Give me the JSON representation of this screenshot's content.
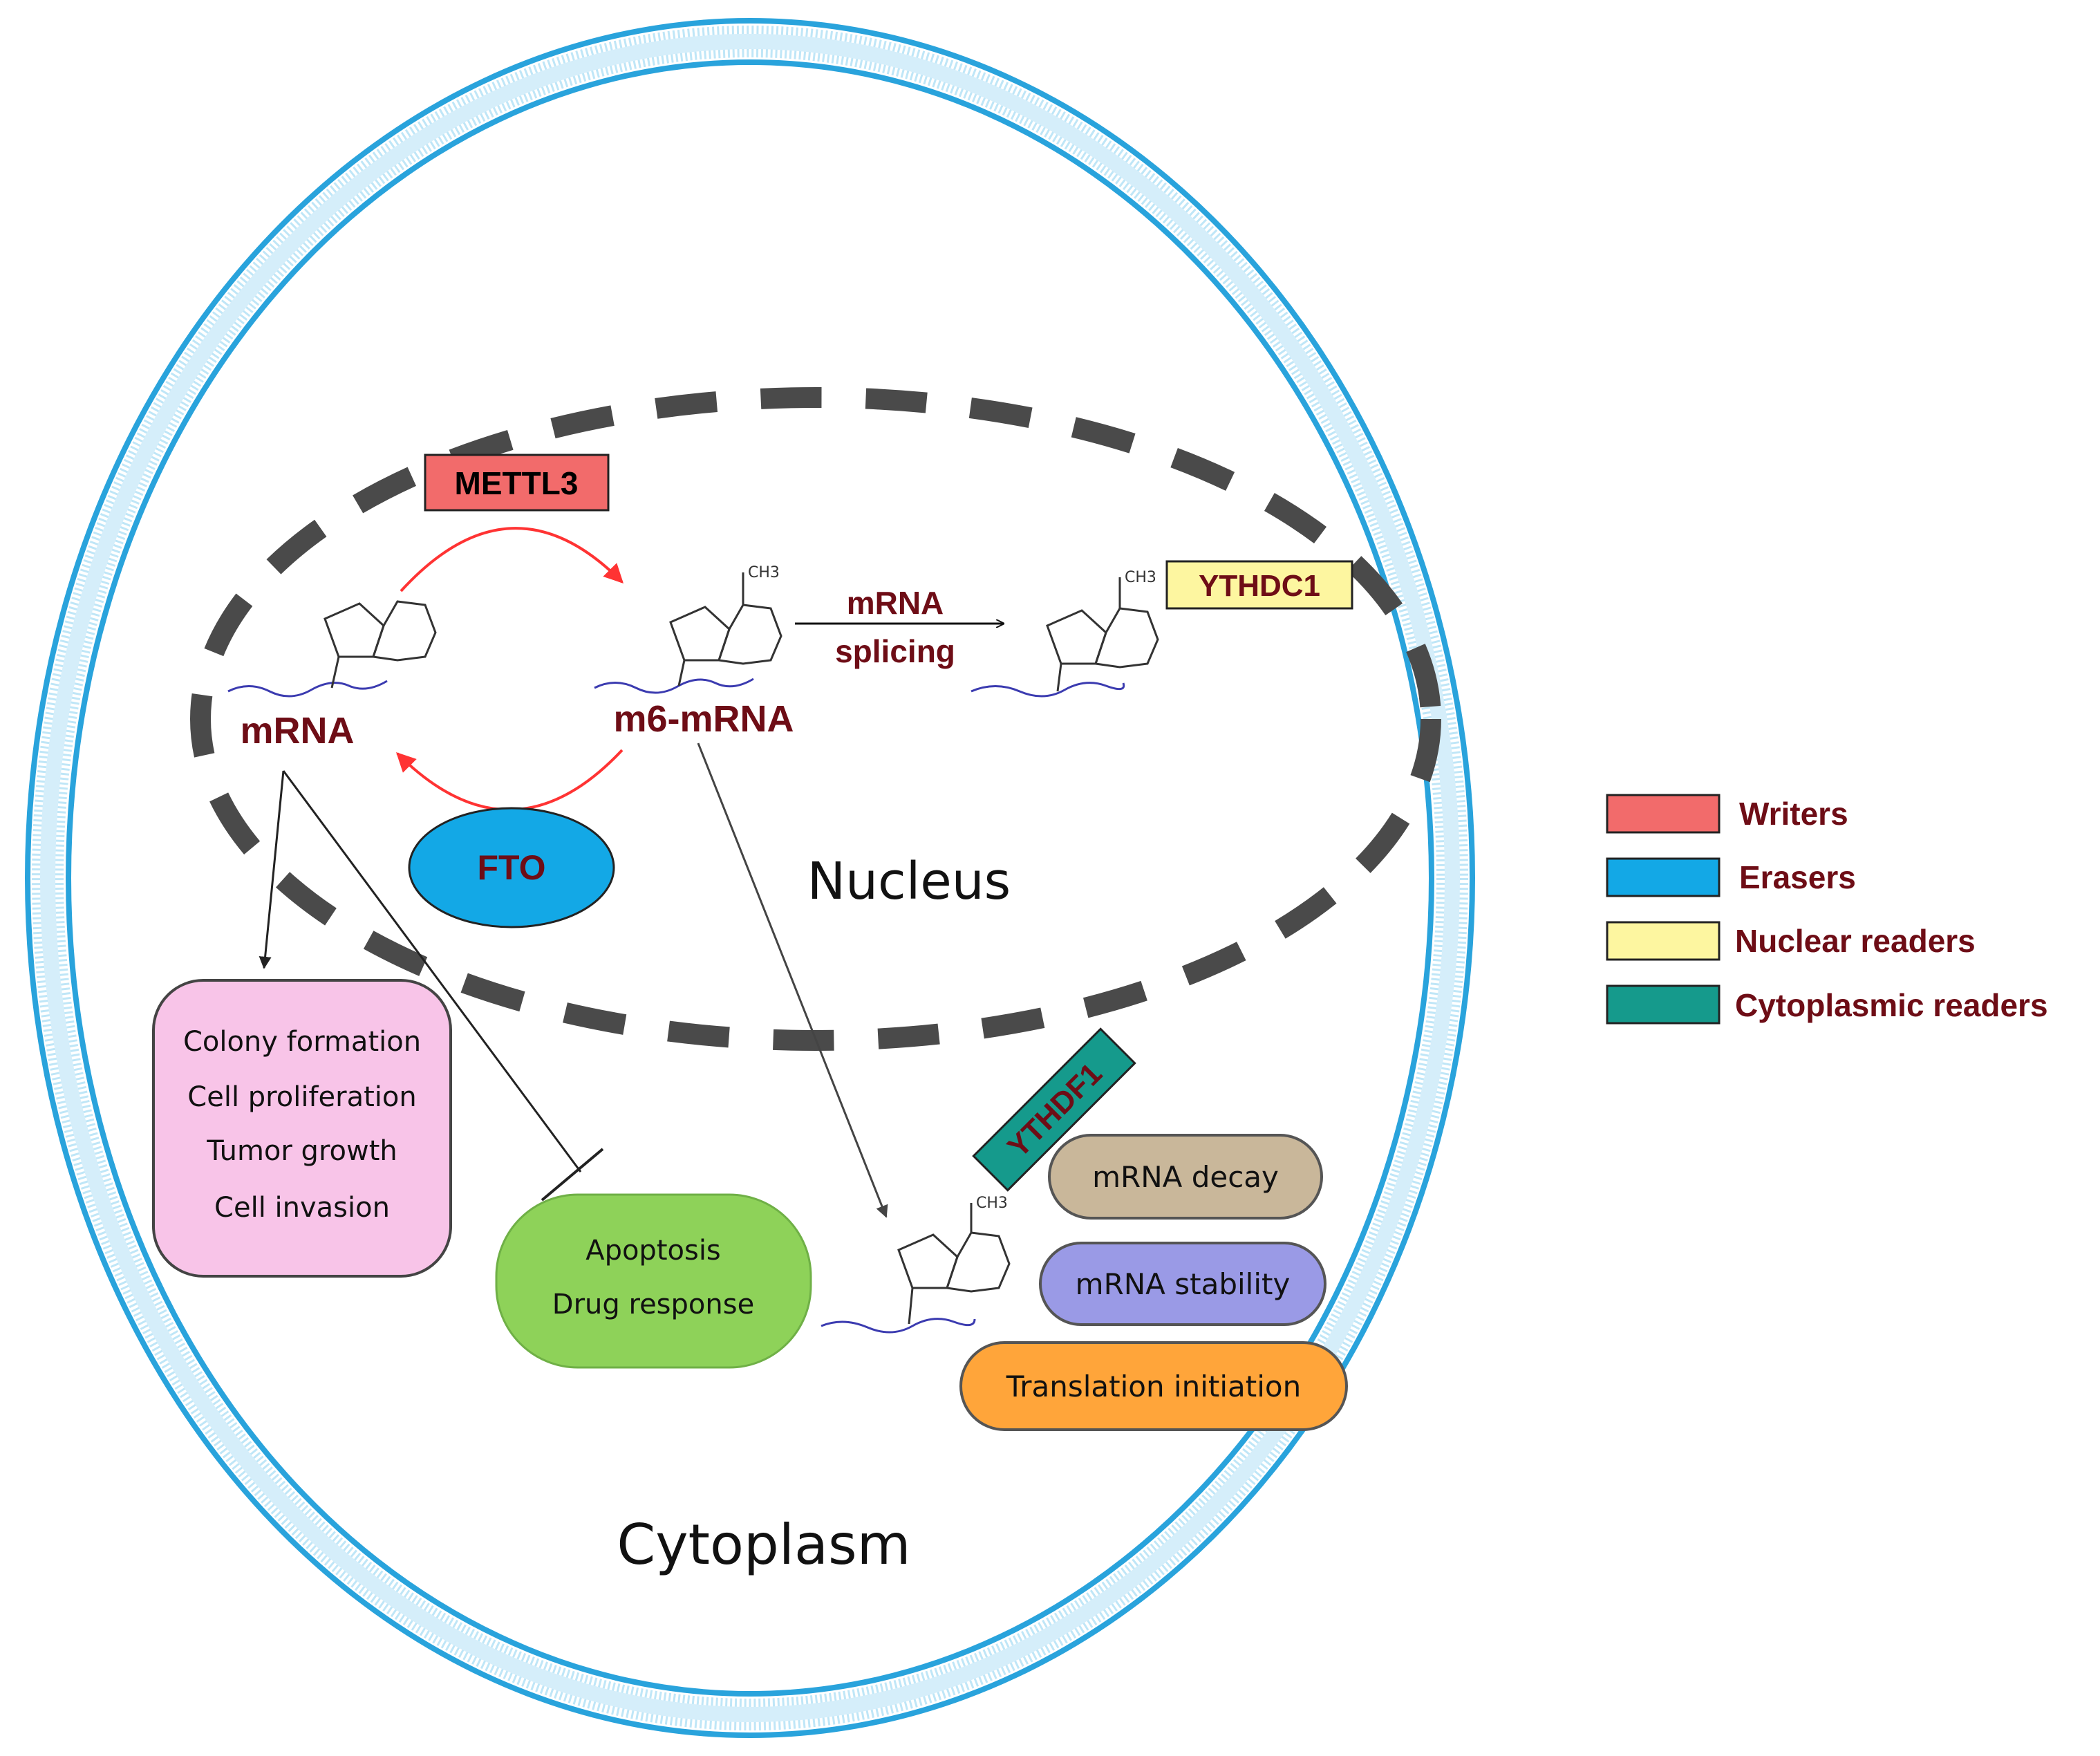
{
  "colors": {
    "membrane_outer": "#29a3dc",
    "membrane_inner": "#bfe6f7",
    "nucleus_dash": "#4a4a4a",
    "writer": "#f26b6b",
    "eraser": "#13a8e6",
    "nuclear_reader": "#fdf6a0",
    "cytoplasmic_reader": "#159a8c",
    "label_dark_red": "#6e0d16",
    "arrow_red": "#ff3333",
    "rna_strand": "#3b3bb0",
    "phenotype_box": "#f8c4e8",
    "apoptosis_box": "#8ed259",
    "decay_box": "#c9b79a",
    "stability_box": "#9a9ae6",
    "translation_box": "#ffa53a"
  },
  "labels": {
    "writer_protein": "METTL3",
    "eraser_protein": "FTO",
    "nuclear_reader_protein": "YTHDC1",
    "cytoplasmic_reader_protein": "YTHDF1",
    "mrna": "mRNA",
    "m6_mrna": "m6-mRNA",
    "splicing_line1": "mRNA",
    "splicing_line2": "splicing",
    "ch3": "CH3",
    "nucleus": "Nucleus",
    "cytoplasm": "Cytoplasm"
  },
  "phenotypes": [
    "Colony formation",
    "Cell proliferation",
    "Tumor growth",
    "Cell invasion"
  ],
  "apoptosis": [
    "Apoptosis",
    "Drug response"
  ],
  "reader_effects": {
    "decay": "mRNA decay",
    "stability": "mRNA stability",
    "translation": "Translation initiation"
  },
  "legend": [
    {
      "label": "Writers",
      "color": "#f26b6b"
    },
    {
      "label": "Erasers",
      "color": "#13a8e6"
    },
    {
      "label": "Nuclear readers",
      "color": "#fdf6a0"
    },
    {
      "label": "Cytoplasmic readers",
      "color": "#159a8c"
    }
  ]
}
